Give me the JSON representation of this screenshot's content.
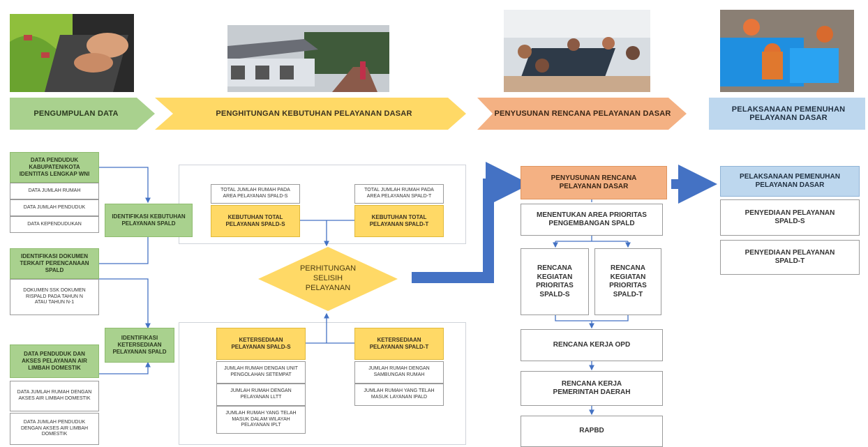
{
  "phases": {
    "p1": "PENGUMPULAN DATA",
    "p2": "PENGHITUNGAN KEBUTUHAN PELAYANAN DASAR",
    "p3": "PENYUSUNAN RENCANA PELAYANAN DASAR",
    "p4": "PELAKSANAAN PEMENUHAN PELAYANAN DASAR"
  },
  "colors": {
    "green": "#a9d18e",
    "yellow": "#ffd966",
    "salmon": "#f4b183",
    "blue": "#bdd7ee",
    "arrow": "#4472c4"
  },
  "collection": {
    "group1_title": "DATA PENDUDUK KABUPATEN/KOTA IDENTITAS LENGKAP WNI",
    "group1_items": [
      "DATA JUMLAH RUMAH",
      "DATA JUMLAH PENDUDUK",
      "DATA KEPENDUDUKAN"
    ],
    "group2_title": "IDENTIFIKASI DOKUMEN TERKAIT PERENCANAAN SPALD",
    "group2_item": "DOKUMEN SSK DOKUMEN RISPALD PADA TAHUN N ATAU TAHUN N-1",
    "group3_title": "DATA PENDUDUK DAN AKSES PELAYANAN AIR LIMBAH DOMESTIK",
    "group3_items": [
      "DATA JUMLAH RUMAH DENGAN AKSES AIR LIMBAH DOMESTIK",
      "DATA JUMLAH PENDUDUK DENGAN AKSES AIR LIMBAH DOMESTIK"
    ],
    "ident_need": "IDENTIFIKASI KEBUTUHAN PELAYANAN SPALD",
    "ident_avail": "IDENTIFIKASI KETERSEDIAAN PELAYANAN SPALD"
  },
  "calc": {
    "need_s_top": "TOTAL JUMLAH RUMAH PADA AREA PELAYANAN SPALD-S",
    "need_t_top": "TOTAL JUMLAH RUMAH PADA AREA PELAYANAN SPALD-T",
    "need_s": "KEBUTUHAN TOTAL PELAYANAN SPALD-S",
    "need_t": "KEBUTUHAN TOTAL PELAYANAN SPALD-T",
    "diamond": "PERHITUNGAN SELISIH PELAYANAN",
    "avail_s": "KETERSEDIAAN PELAYANAN SPALD-S",
    "avail_t": "KETERSEDIAAN PELAYANAN SPALD-T",
    "avail_s_items": [
      "JUMLAH RUMAH DENGAN UNIT PENGOLAHAN SETEMPAT",
      "JUMLAH RUMAH DENGAN PELAYANAN LLTT",
      "JUMLAH RUMAH YANG TELAH MASUK DALAM WILAYAH PELAYANAN IPLT"
    ],
    "avail_t_items": [
      "JUMLAH RUMAH DENGAN SAMBUNGAN RUMAH",
      "JUMLAH RUMAH YANG TELAH MASUK LAYANAN IPALD"
    ]
  },
  "planning": {
    "header": "PENYUSUNAN RENCANA PELAYANAN DASAR",
    "priority_area": "MENENTUKAN AREA PRIORITAS PENGEMBANGAN SPALD",
    "plan_s": "RENCANA KEGIATAN PRIORITAS SPALD-S",
    "plan_t": "RENCANA KEGIATAN PRIORITAS SPALD-T",
    "opd": "RENCANA KERJA OPD",
    "gov": "RENCANA KERJA PEMERINTAH DAERAH",
    "rapbd": "RAPBD"
  },
  "implementation": {
    "header": "PELAKSANAAN PEMENUHAN PELAYANAN DASAR",
    "item_s": "PENYEDIAAN PELAYANAN SPALD-S",
    "item_t": "PENYEDIAAN PELAYANAN SPALD-T"
  }
}
